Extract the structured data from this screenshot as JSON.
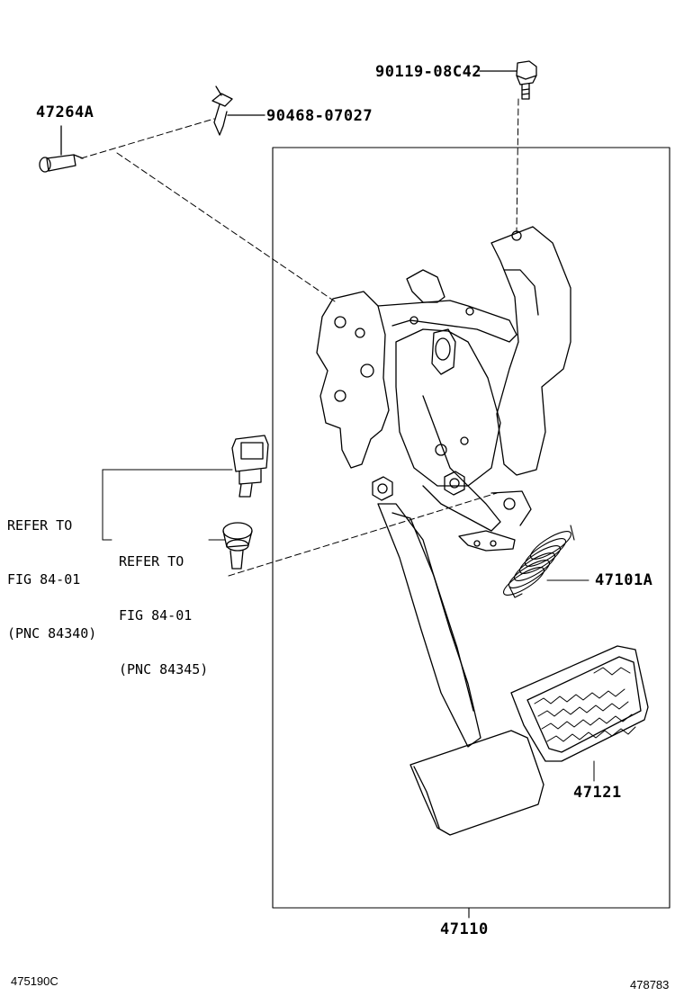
{
  "callouts": {
    "pin": "47264A",
    "clip": "90468-07027",
    "bolt": "90119-08C42",
    "spring": "47101A",
    "pad": "47121",
    "assembly": "47110"
  },
  "refs": [
    {
      "line1": "REFER TO",
      "line2": "FIG 84-01",
      "line3": "(PNC 84340)"
    },
    {
      "line1": "REFER TO",
      "line2": "FIG 84-01",
      "line3": "(PNC 84345)"
    }
  ],
  "footer": {
    "left_code": "475190C",
    "right_code": "478783"
  }
}
